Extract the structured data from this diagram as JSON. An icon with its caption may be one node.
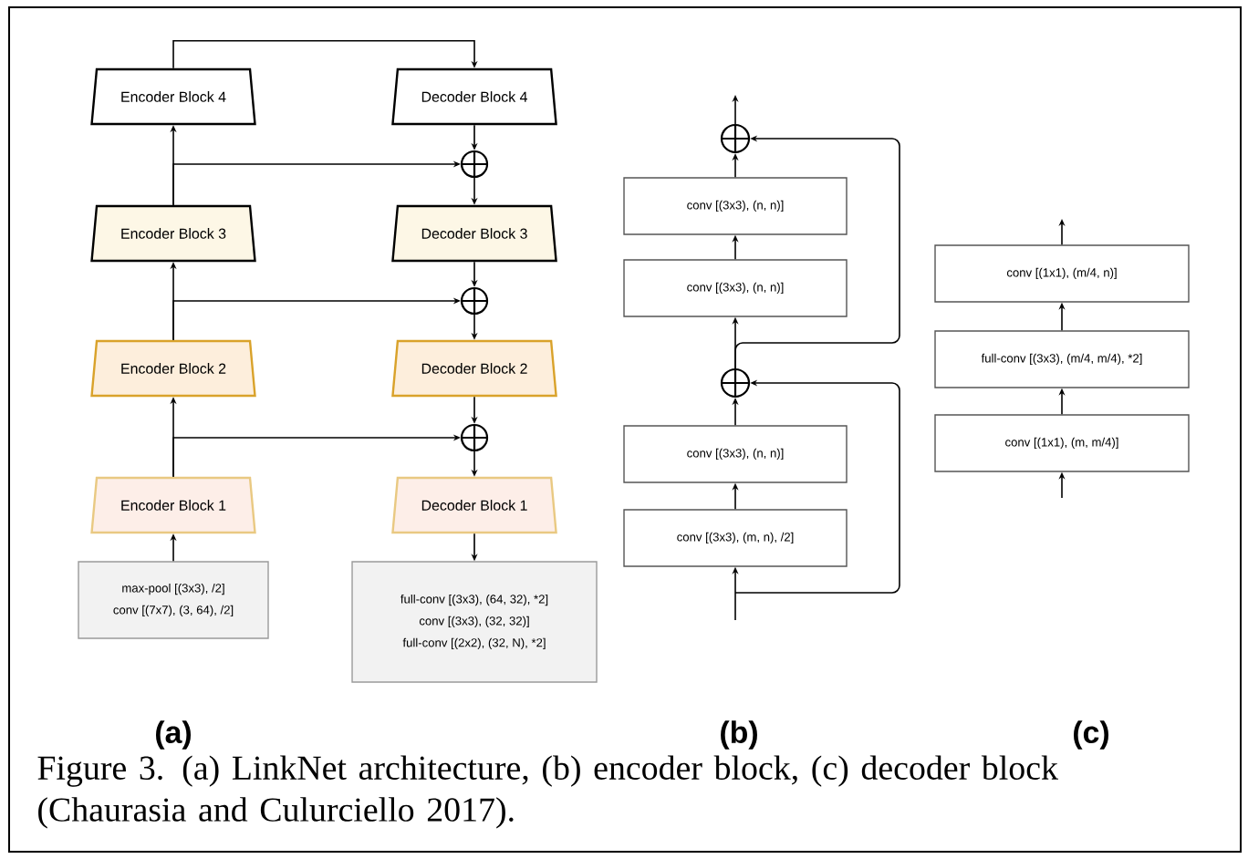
{
  "diagram": {
    "caption": "Figure 3. (a) LinkNet architecture, (b) encoder block, (c) decoder block (Chaurasia and Culurciello 2017).",
    "nodes": [
      {
        "text": [
          "Encoder Block 4"
        ]
      },
      {
        "text": [
          "Decoder Block 4"
        ]
      },
      {
        "text": [],
        "shape": "circle"
      },
      {
        "text": [
          "Encoder Block 3"
        ]
      },
      {
        "text": [
          "Decoder Block 3"
        ]
      },
      {
        "text": [],
        "shape": "circle"
      },
      {
        "text": [
          "Encoder Block 2"
        ]
      },
      {
        "text": [
          "Decoder Block 2"
        ]
      },
      {
        "text": [],
        "shape": "circle"
      },
      {
        "text": [
          "Encoder Block 1"
        ]
      },
      {
        "text": [
          "Decoder Block 1"
        ]
      },
      {
        "text": [
          "max-pool [(3x3), /2]",
          "conv [(7x7), (3, 64), /2]"
        ]
      },
      {
        "text": [
          "full-conv [(3x3), (64, 32), *2]",
          "conv [(3x3), (32, 32)]",
          "full-conv [(2x2), (32, N), *2]"
        ]
      },
      {
        "text": [],
        "shape": "circle"
      },
      {
        "text": [
          "conv [(3x3), (n, n)]"
        ]
      },
      {
        "text": [
          "conv [(3x3), (n, n)]"
        ]
      },
      {
        "text": [],
        "shape": "circle"
      },
      {
        "text": [
          "conv [(3x3), (n, n)]"
        ]
      },
      {
        "text": [
          "conv [(3x3), (m, n), /2]"
        ]
      },
      {
        "text": [
          "conv [(1x1), (m/4, n)]"
        ]
      },
      {
        "text": [
          "full-conv [(3x3), (m/4, m/4), *2]"
        ]
      },
      {
        "text": [
          "conv [(1x1), (m, m/4)]"
        ]
      }
    ],
    "edges": [
      {
        "from": 11,
        "to": 9,
        "arrow": "to"
      },
      {
        "from": 9,
        "to": 6,
        "arrow": "to"
      },
      {
        "from": 6,
        "to": 3,
        "arrow": "to"
      },
      {
        "from": 3,
        "to": 0,
        "arrow": "to"
      },
      {
        "from": 0,
        "to": 1,
        "arrow": "to"
      },
      {
        "from": 9,
        "to": 8,
        "arrow": "to"
      },
      {
        "from": 6,
        "to": 5,
        "arrow": "to"
      },
      {
        "from": 3,
        "to": 2,
        "arrow": "to"
      },
      {
        "from": 1,
        "to": 2,
        "arrow": "to"
      },
      {
        "from": 2,
        "to": 4,
        "arrow": "to"
      },
      {
        "from": 4,
        "to": 5,
        "arrow": "to"
      },
      {
        "from": 5,
        "to": 7,
        "arrow": "to"
      },
      {
        "from": 7,
        "to": 8,
        "arrow": "to"
      },
      {
        "from": 8,
        "to": 10,
        "arrow": "to"
      },
      {
        "from": 10,
        "to": 12,
        "arrow": "to"
      },
      {
        "from": null,
        "to": 18,
        "arrow": "to"
      },
      {
        "from": 18,
        "to": 17,
        "arrow": "to"
      },
      {
        "from": 17,
        "to": 16,
        "arrow": "to"
      },
      {
        "from": 16,
        "to": 15,
        "arrow": "to"
      },
      {
        "from": 15,
        "to": 14,
        "arrow": "to"
      },
      {
        "from": 14,
        "to": 13,
        "arrow": "to"
      },
      {
        "from": 13,
        "to": null,
        "arrow": "to"
      },
      {
        "from": null,
        "to": 16,
        "arrow": "to"
      },
      {
        "from": 16,
        "to": 13,
        "arrow": "to"
      },
      {
        "from": null,
        "to": 21,
        "arrow": "to"
      },
      {
        "from": 21,
        "to": 20,
        "arrow": "to"
      },
      {
        "from": 20,
        "to": 19,
        "arrow": "to"
      },
      {
        "from": 19,
        "to": null,
        "arrow": "to"
      }
    ],
    "labels": [
      "(a)",
      "(b)",
      "(c)"
    ]
  }
}
